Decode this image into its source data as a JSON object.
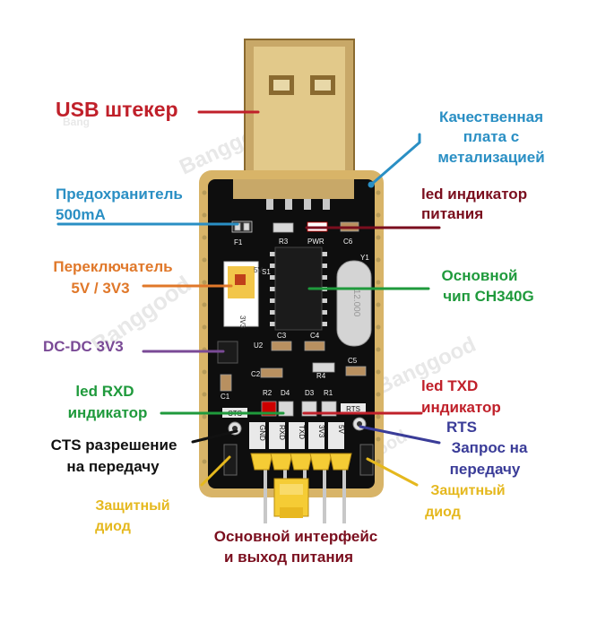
{
  "colors": {
    "red": "#c0202a",
    "blue": "#2a8fc4",
    "darkred": "#7a0e1e",
    "orange": "#e0782a",
    "green": "#1f9a3c",
    "purple": "#7a4a96",
    "navy": "#3a3c98",
    "yellow": "#e5b81e",
    "black": "#111111",
    "board": "#0e0e0e",
    "gold": "#d8b468"
  },
  "labels": {
    "usb": {
      "text": "USB  штекер"
    },
    "quality": {
      "lines": [
        "Качественная",
        "плата  с",
        "метализацией"
      ]
    },
    "fuse": {
      "lines": [
        "Предохранитель",
        "500mA"
      ]
    },
    "power_led": {
      "lines": [
        "led индикатор",
        "питания"
      ]
    },
    "switch": {
      "lines": [
        "Переключатель",
        "5V  /  3V3"
      ]
    },
    "main_chip": {
      "lines": [
        "Основной",
        "чип CH340G"
      ]
    },
    "dcdc": {
      "text": "DC-DC 3V3"
    },
    "rxd": {
      "lines": [
        "led  RXD",
        "индикатор"
      ]
    },
    "txd": {
      "lines": [
        "led TXD",
        "индикатор"
      ]
    },
    "rts": {
      "lines": [
        "RTS",
        "Запрос на",
        "передачу"
      ]
    },
    "cts": {
      "lines": [
        "CTS  разрешение",
        "на передачу"
      ]
    },
    "diode_left": {
      "lines": [
        "Защитный",
        "диод"
      ]
    },
    "diode_right": {
      "lines": [
        "Защитный",
        "диод"
      ]
    },
    "interface": {
      "lines": [
        "Основной интерфейс",
        "и выход питания"
      ]
    }
  },
  "silkscreen": {
    "f1": "F1",
    "r3": "R3",
    "pwr": "PWR",
    "c6": "C6",
    "y1": "Y1",
    "s1": "S1",
    "sw_5v": "5V",
    "sw_3v3": "3V3",
    "u2": "U2",
    "c3": "C3",
    "c4": "C4",
    "c2": "C2",
    "r4": "R4",
    "c5": "C5",
    "c1": "C1",
    "r2": "R2",
    "d4": "D4",
    "d3": "D3",
    "r1": "R1",
    "cts": "CTS",
    "rts": "RTS",
    "pins": [
      "GND",
      "RXD",
      "TXD",
      "3V3",
      "5V"
    ],
    "crystal": "12.000"
  },
  "watermarks": [
    "Bang",
    "Banggood",
    "Banggood",
    "Banggood",
    "Banggood"
  ]
}
